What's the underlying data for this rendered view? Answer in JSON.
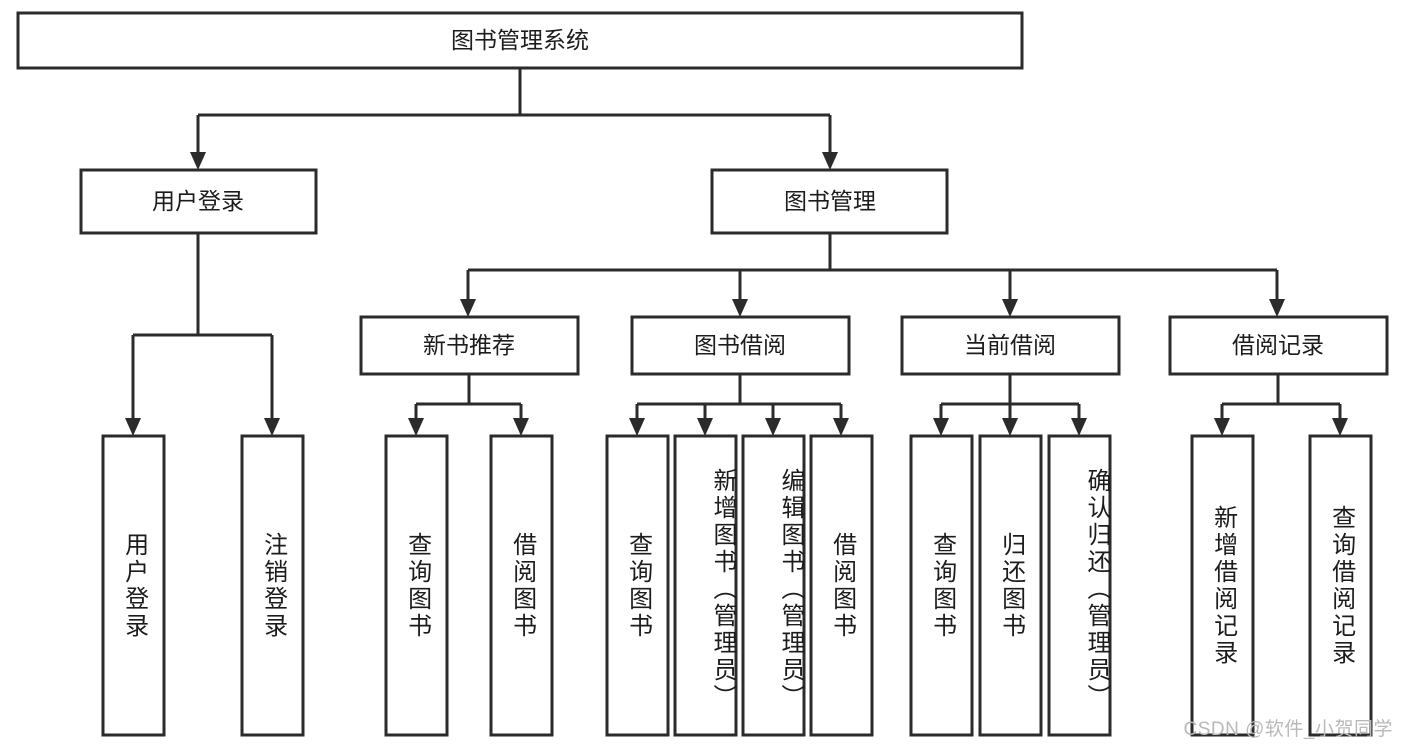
{
  "diagram": {
    "type": "tree-hierarchy",
    "title": "图书管理系统",
    "orientation": "top-down",
    "background_color": "#ffffff",
    "line_color": "#2b2b2b",
    "text_color": "#1c1c1c",
    "root": {
      "label": "图书管理系统"
    },
    "level2": [
      {
        "label": "用户登录"
      },
      {
        "label": "图书管理"
      }
    ],
    "level3": [
      {
        "label": "新书推荐"
      },
      {
        "label": "图书借阅"
      },
      {
        "label": "当前借阅"
      },
      {
        "label": "借阅记录"
      }
    ],
    "leaves": {
      "user_login": [
        {
          "label": "用户登录"
        },
        {
          "label": "注销登录"
        }
      ],
      "new_book_recommend": [
        {
          "label": "查询图书"
        },
        {
          "label": "借阅图书"
        }
      ],
      "book_borrow": [
        {
          "label": "查询图书"
        },
        {
          "label": "新增图书（管理员）"
        },
        {
          "label": "编辑图书（管理员）"
        },
        {
          "label": "借阅图书"
        }
      ],
      "current_borrow": [
        {
          "label": "查询图书"
        },
        {
          "label": "归还图书"
        },
        {
          "label": "确认归还（管理员）"
        }
      ],
      "borrow_record": [
        {
          "label": "新增借阅记录"
        },
        {
          "label": "查询借阅记录"
        }
      ]
    }
  },
  "watermark": {
    "text": "CSDN @软件_小贺同学"
  }
}
